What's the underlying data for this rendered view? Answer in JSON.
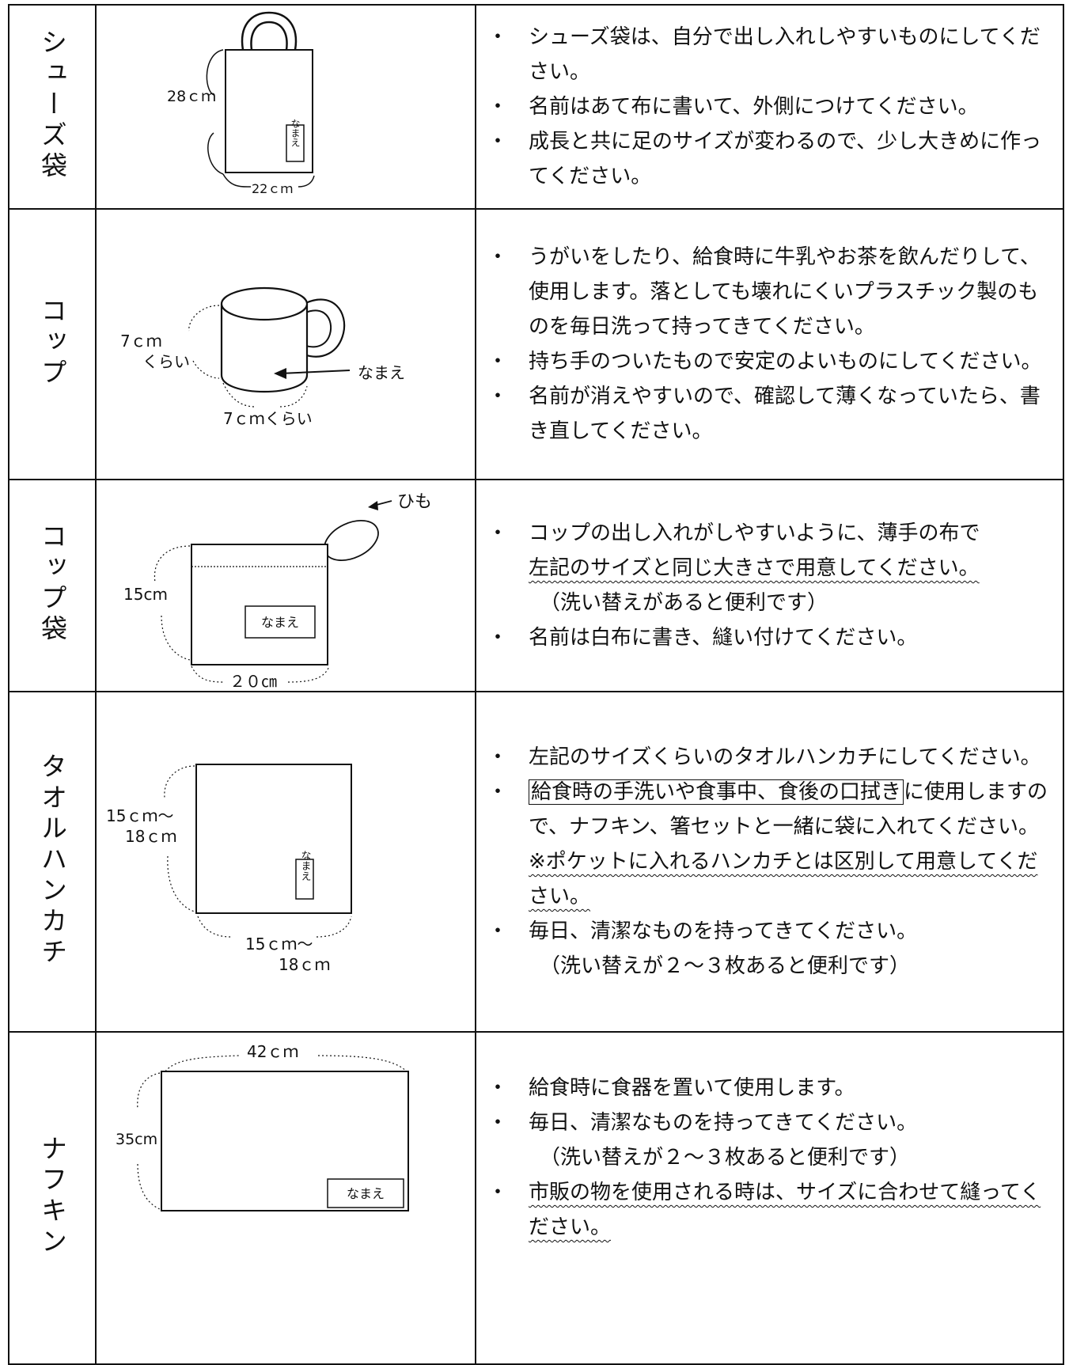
{
  "rows": [
    {
      "name": "シューズ袋",
      "figure": {
        "height_label": "28ｃｍ",
        "width_label": "22ｃｍ",
        "name_tag": "なまえ"
      },
      "items": [
        {
          "text": "シューズ袋は、自分で出し入れしやすいものにしてください。"
        },
        {
          "text": "名前はあて布に書いて、外側につけてください。"
        },
        {
          "text": "成長と共に足のサイズが変わるので、少し大きめに作ってください。"
        }
      ]
    },
    {
      "name": "コップ",
      "figure": {
        "height_label_1": "7ｃｍ",
        "height_label_2": "くらい",
        "width_label": "7ｃｍくらい",
        "name_label": "なまえ"
      },
      "items": [
        {
          "text": "うがいをしたり、給食時に牛乳やお茶を飲んだりして、使用します。落としても壊れにくいプラスチック製のものを毎日洗って持ってきてください。"
        },
        {
          "text": "持ち手のついたもので安定のよいものにしてください。"
        },
        {
          "text": "名前が消えやすいので、確認して薄くなっていたら、書き直してください。"
        }
      ]
    },
    {
      "name": "コップ袋",
      "figure": {
        "string_label": "ひも",
        "height_label": "15cm",
        "width_label": "２０㎝",
        "name_tag": "なまえ"
      },
      "items": [
        {
          "text_1": "コップの出し入れがしやすいように、薄手の布で",
          "text_2": "左記のサイズと同じ大きさで用意してください。",
          "note": "（洗い替えがあると便利です）"
        },
        {
          "text": "名前は白布に書き、縫い付けてください。"
        }
      ]
    },
    {
      "name": "タオルハンカチ",
      "figure": {
        "height_label_1": "15ｃｍ～",
        "height_label_2": "18ｃｍ",
        "width_label_1": "15ｃｍ～",
        "width_label_2": "18ｃｍ",
        "name_tag": "なまえ"
      },
      "items": [
        {
          "text": "左記のサイズくらいのタオルハンカチにしてください。"
        },
        {
          "boxed": "給食時の手洗いや食事中、食後の口拭き",
          "text": "に使用しますので、ナフキン、箸セットと一緒に袋に入れてください。",
          "note": "※ポケットに入れるハンカチとは区別して用意してください。"
        },
        {
          "text": "毎日、清潔なものを持ってきてください。",
          "note": "（洗い替えが２～３枚あると便利です）"
        }
      ]
    },
    {
      "name": "ナフキン",
      "figure": {
        "width_label": "42ｃｍ",
        "height_label": "35cm",
        "name_tag": "なまえ"
      },
      "items": [
        {
          "text": "給食時に食器を置いて使用します。"
        },
        {
          "text": "毎日、清潔なものを持ってきてください。",
          "note": "（洗い替えが２～３枚あると便利です）"
        },
        {
          "text": "市販の物を使用される時は、サイズに合わせて縫ってください。"
        }
      ]
    }
  ]
}
